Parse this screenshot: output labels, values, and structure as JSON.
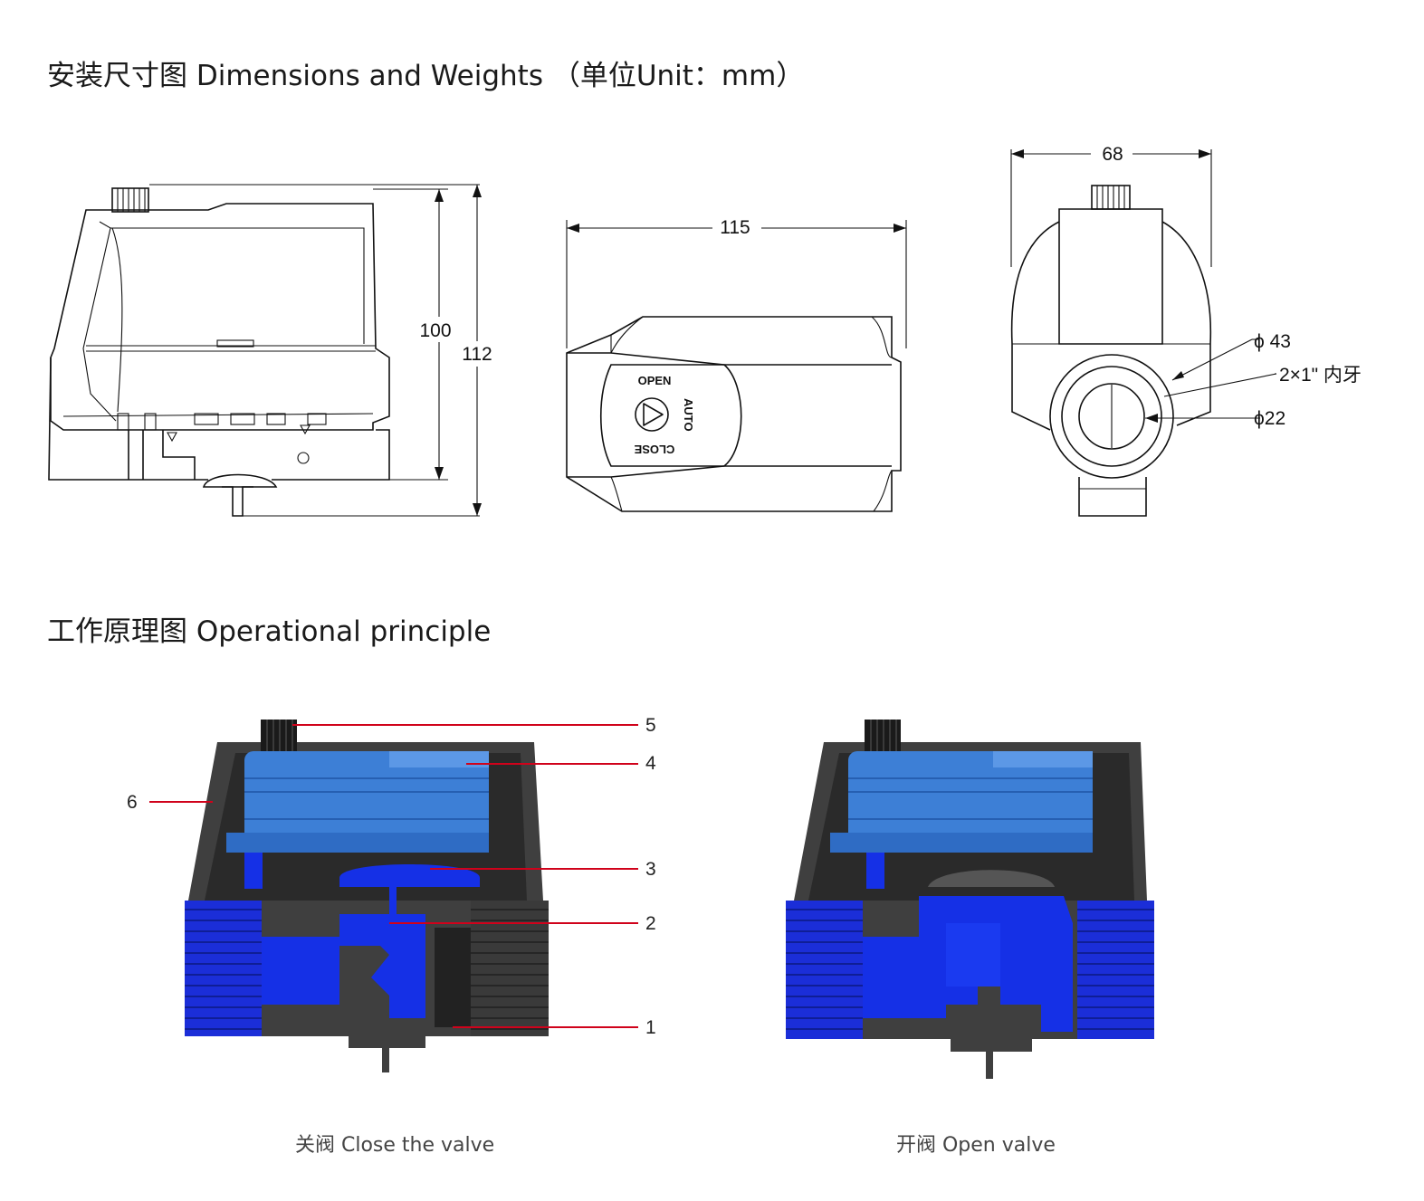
{
  "headings": {
    "dimensions": "安装尺寸图 Dimensions and Weights （单位Unit：mm）",
    "principle": "工作原理图 Operational principle"
  },
  "dimension_labels": {
    "height_body": "100",
    "height_total": "112",
    "length": "115",
    "width": "68",
    "dia_outer": "ϕ 43",
    "thread": "2×1\" 内牙",
    "dia_inner": "ϕ22"
  },
  "valve_markings": {
    "open": "OPEN",
    "auto": "AUTO",
    "close": "CLOSE"
  },
  "callouts": [
    "1",
    "2",
    "3",
    "4",
    "5",
    "6"
  ],
  "captions": {
    "close": "关阀 Close the valve",
    "open": "开阀 Open valve"
  },
  "colors": {
    "line": "#111111",
    "callout_line": "#d0021b",
    "housing": "#3f3f3f",
    "cover_blue": "#3d7fd6",
    "water_blue": "#1530e6",
    "dark_blue": "#1020b0"
  }
}
